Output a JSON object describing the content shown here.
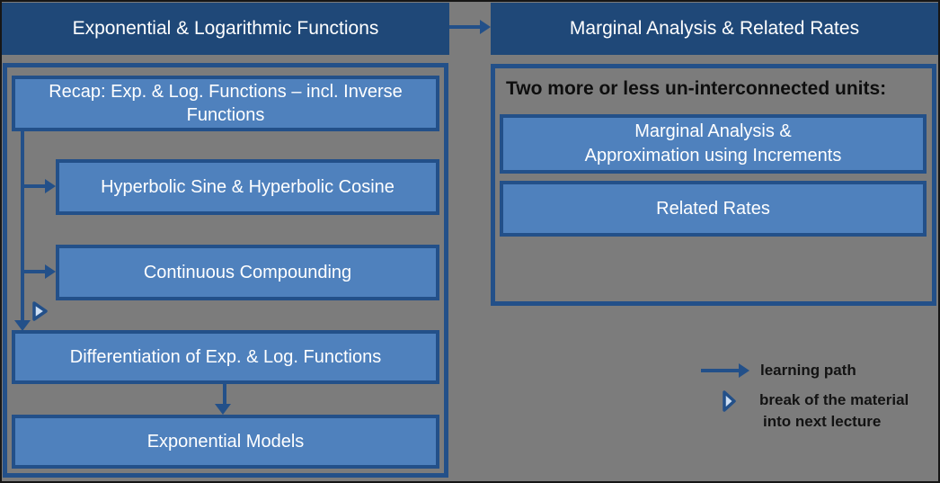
{
  "palette": {
    "background_gray": "#7C7C7C",
    "header_blue": "#1F4878",
    "node_fill_blue": "#4F81BD",
    "line_border_blue": "#235089",
    "break_triangle_fill": "#CFE0F4",
    "node_text": "#FFFFFF",
    "black_text": "#131313"
  },
  "left": {
    "header": "Exponential & Logarithmic Functions",
    "nodes": [
      "Recap: Exp. & Log. Functions – incl. Inverse Functions",
      "Hyperbolic Sine & Hyperbolic Cosine",
      "Continuous Compounding",
      "Differentiation of Exp. & Log. Functions",
      "Exponential Models"
    ]
  },
  "right": {
    "header": "Marginal Analysis & Related Rates",
    "intro": "Two more or less un-interconnected units:",
    "unit1_line1": "Marginal Analysis &",
    "unit1_line2": "Approximation using Increments",
    "unit2": "Related Rates"
  },
  "legend": {
    "arrow_icon": "right-arrow",
    "break_icon": "right-triangle-outline",
    "learning_path_label": "learning path",
    "break_label_line1": "break of the material",
    "break_label_line2": "into next lecture"
  }
}
